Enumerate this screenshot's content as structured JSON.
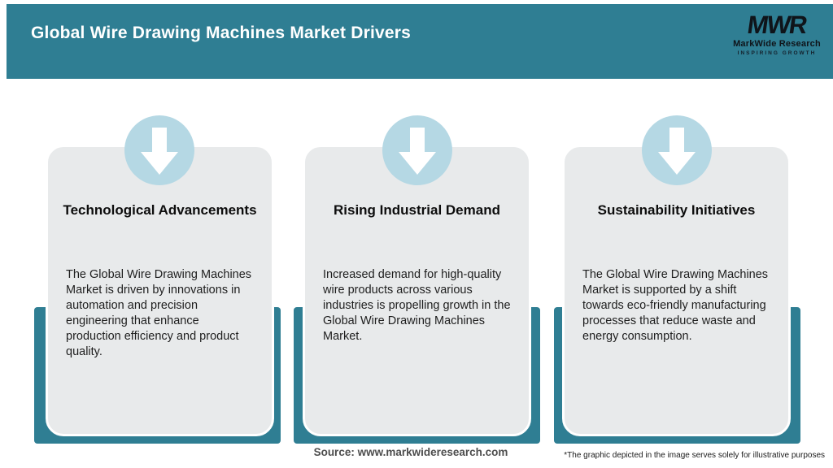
{
  "header": {
    "title": "Global Wire Drawing Machines Market Drivers",
    "logo": {
      "monogram": "MWR",
      "name": "MarkWide Research",
      "tagline": "INSPIRING GROWTH"
    }
  },
  "cards": [
    {
      "icon": "arrow-down-icon",
      "title": "Technological Advancements",
      "description": "The Global Wire Drawing Machines Market is driven by innovations in automation and precision engineering that enhance production efficiency and product quality."
    },
    {
      "icon": "arrow-down-icon",
      "title": "Rising Industrial Demand",
      "description": "Increased demand for high-quality wire products across various industries is propelling growth in the Global Wire Drawing Machines Market."
    },
    {
      "icon": "arrow-down-icon",
      "title": "Sustainability Initiatives",
      "description": "The Global Wire Drawing Machines Market is supported by a shift towards eco-friendly manufacturing processes that reduce waste and energy consumption."
    }
  ],
  "footer": {
    "source": "Source: www.markwideresearch.com",
    "disclaimer": "*The graphic depicted in the image serves solely for illustrative purposes"
  },
  "colors": {
    "teal": "#2f7e93",
    "light_blue_circle": "#b5d8e4",
    "card_background": "#e8eaeb",
    "header_text": "#ffffff",
    "logo_ink": "#0f141a"
  }
}
